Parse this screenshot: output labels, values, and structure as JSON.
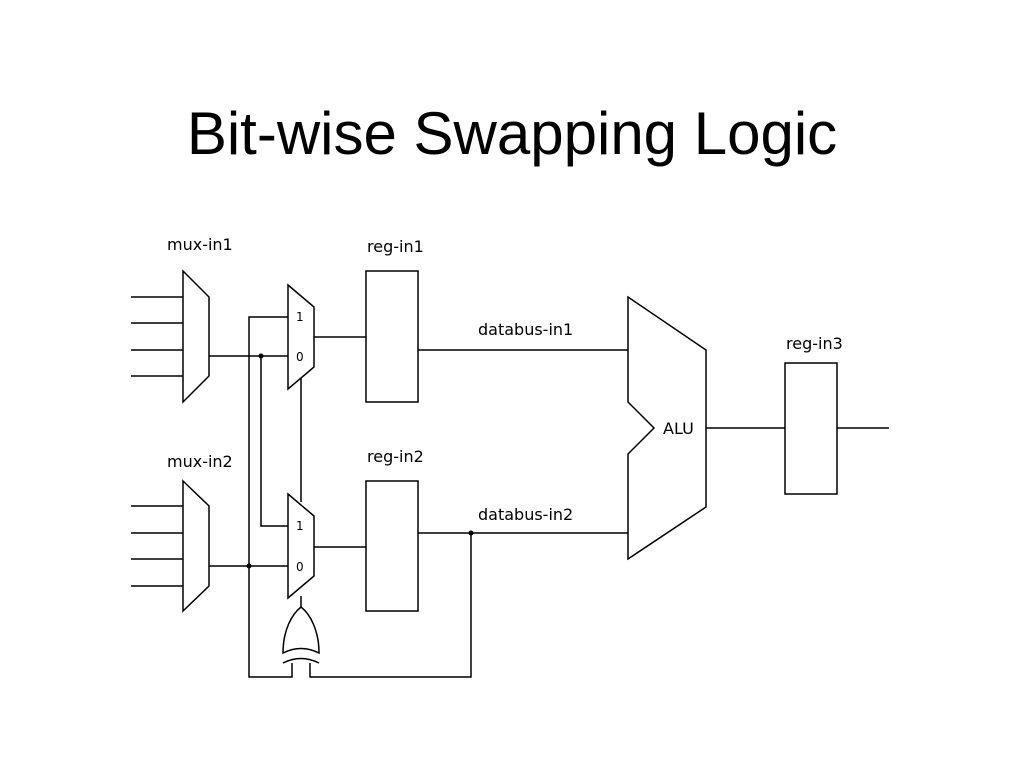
{
  "slide": {
    "title": "Bit-wise Swapping Logic"
  },
  "diagram": {
    "labels": {
      "mux_in1": "mux-in1",
      "mux_in2": "mux-in2",
      "reg_in1": "reg-in1",
      "reg_in2": "reg-in2",
      "reg_in3": "reg-in3",
      "databus_in1": "databus-in1",
      "databus_in2": "databus-in2",
      "alu": "ALU"
    },
    "sel_mux1": {
      "one": "1",
      "zero": "0"
    },
    "sel_mux2": {
      "one": "1",
      "zero": "0"
    }
  }
}
